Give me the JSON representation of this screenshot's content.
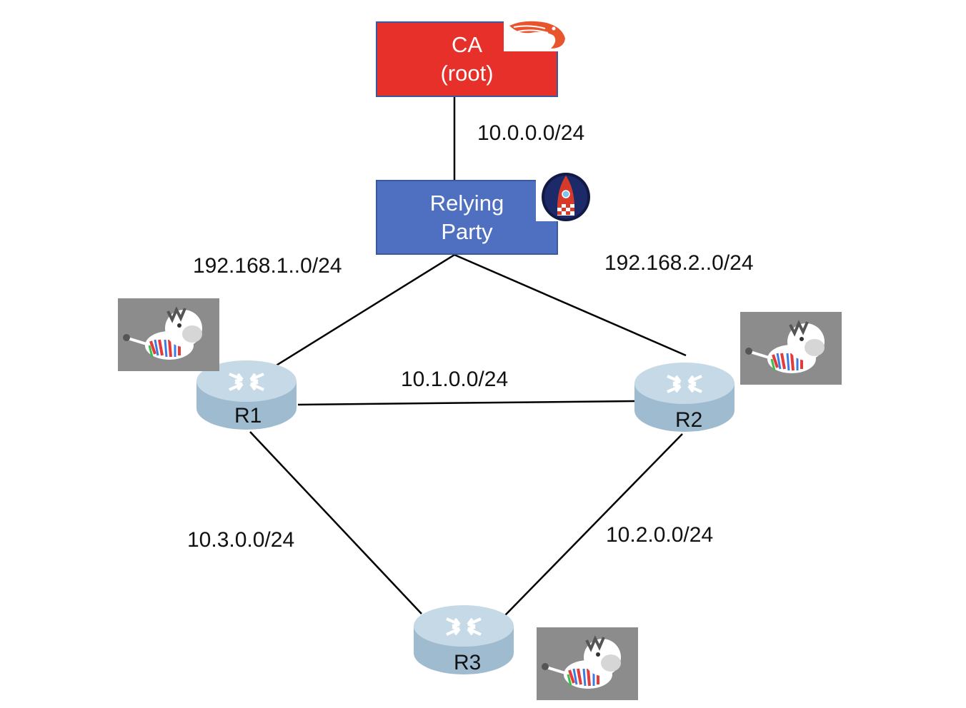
{
  "nodes": {
    "ca": {
      "line1": "CA",
      "line2": "(root)",
      "color": "#e8302a",
      "logo": "shrimp-logo"
    },
    "relying_party": {
      "line1": "Relying",
      "line2": "Party",
      "color": "#4f70c0",
      "logo": "rocket-logo"
    },
    "routers": [
      {
        "label": "R1",
        "logo": "zebra-logo"
      },
      {
        "label": "R2",
        "logo": "zebra-logo"
      },
      {
        "label": "R3",
        "logo": "zebra-logo"
      }
    ]
  },
  "networks": {
    "ca_rp": "10.0.0.0/24",
    "rp_r1": "192.168.1..0/24",
    "rp_r2": "192.168.2..0/24",
    "r1_r2": "10.1.0.0/24",
    "r1_r3": "10.3.0.0/24",
    "r2_r3": "10.2.0.0/24"
  },
  "colors": {
    "router_body": "#a9c3d6",
    "router_top": "#c9dbe8",
    "line": "#000000",
    "zebra_bg": "#8c8c8c"
  }
}
